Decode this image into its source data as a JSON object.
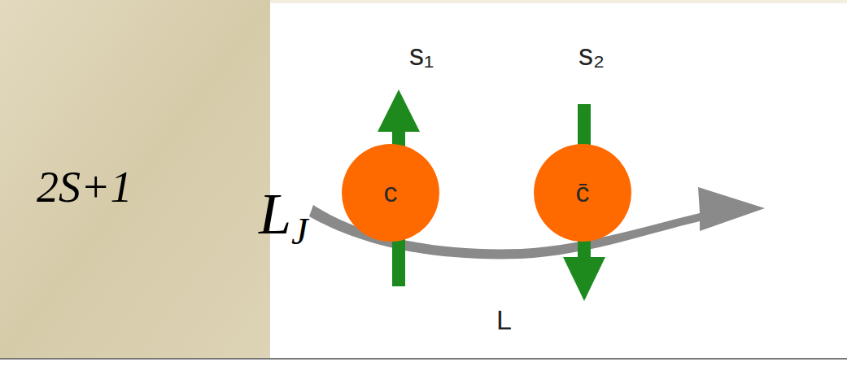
{
  "diagram": {
    "nodes": [
      {
        "text": [
          "c"
        ]
      },
      {
        "text": [
          "c̄"
        ]
      }
    ],
    "labels": [
      "2S+1",
      "L",
      "J",
      "s₁",
      "s₂",
      "L"
    ]
  }
}
